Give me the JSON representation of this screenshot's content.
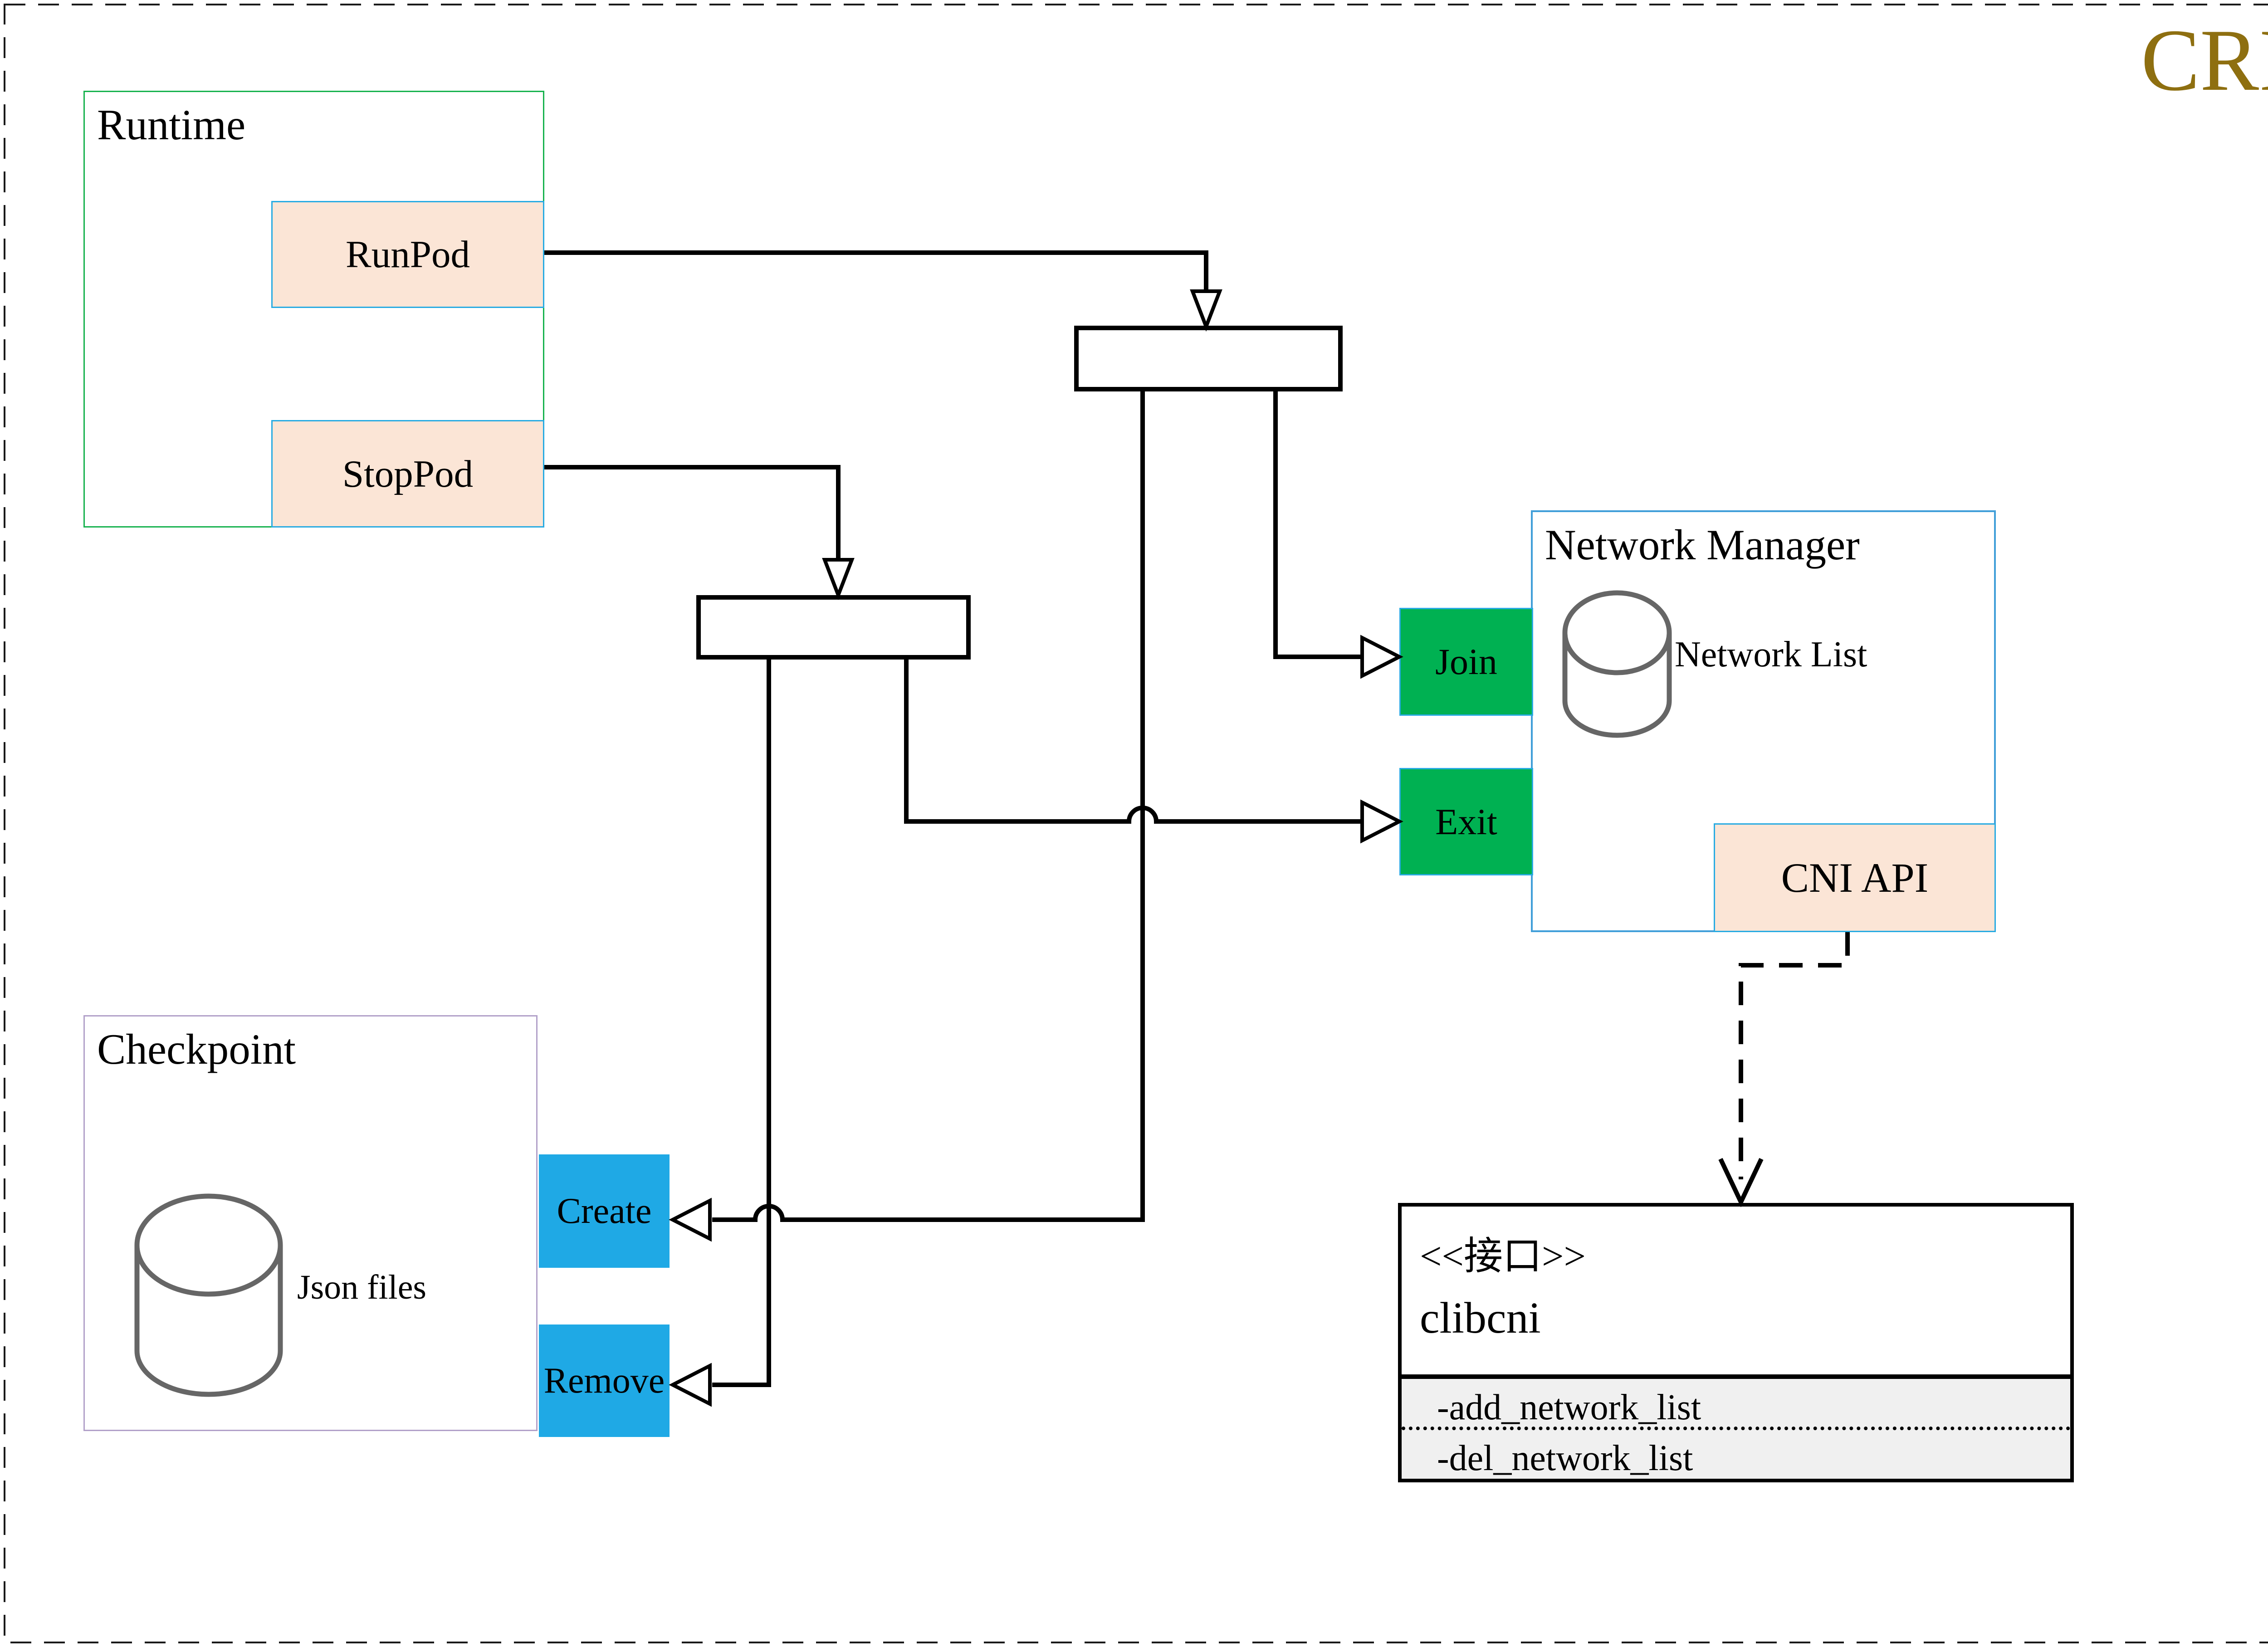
{
  "page_title": "CRI",
  "theme": {
    "canvas_bg": "#ffffff",
    "outer_border": "#1a1a1a",
    "cri_color": "#8e6f10",
    "runtime_border": "#17b24e",
    "peach_fill": "#fbe5d6",
    "peach_border": "#29abe2",
    "green_fill": "#00b152",
    "blue_fill": "#1fa9e5",
    "nm_border": "#429fd9",
    "checkpoint_border": "#b2a1c9",
    "cylinder_stroke": "#666666",
    "line_color": "#000000",
    "methods_bg": "#f0f0f0"
  },
  "runtime": {
    "title": "Runtime",
    "runpod": "RunPod",
    "stoppod": "StopPod"
  },
  "network_manager": {
    "title": "Network Manager",
    "network_list": "Network List",
    "join": "Join",
    "exit": "Exit",
    "cni_api": "CNI API"
  },
  "checkpoint": {
    "title": "Checkpoint",
    "json_files": "Json files",
    "create": "Create",
    "remove": "Remove"
  },
  "clibcni": {
    "stereotype": "<<接口>>",
    "name": "clibcni",
    "methods": [
      "-add_network_list",
      "-del_network_list"
    ]
  }
}
